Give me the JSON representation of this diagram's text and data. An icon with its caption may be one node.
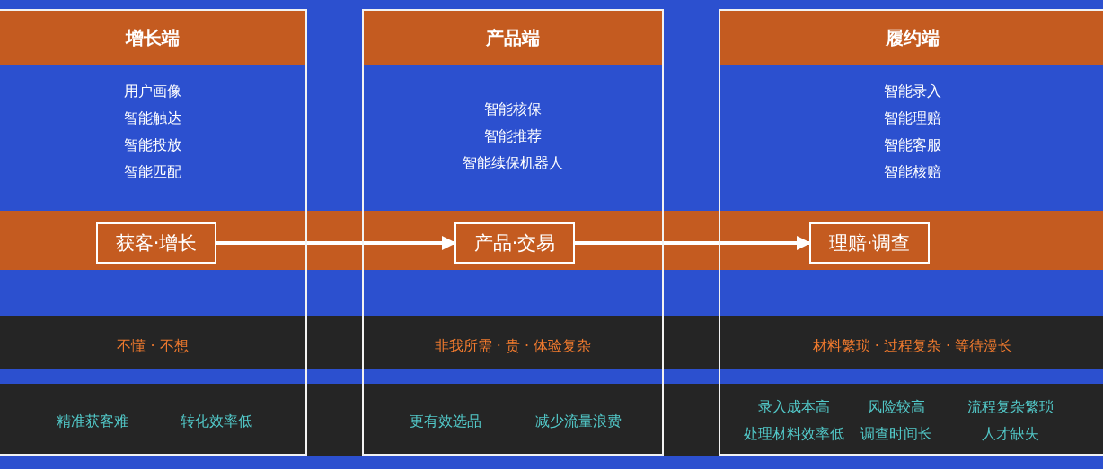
{
  "diagram": {
    "nodes": [
      {
        "text": [
          "增长端",
          "用户画像",
          "智能触达",
          "智能投放",
          "智能匹配"
        ]
      },
      {
        "text": [
          "获客·增长"
        ],
        "in": 0
      },
      {
        "text": [
          "不懂 · 不想"
        ],
        "in": 0
      },
      {
        "text": [
          "精准获客难",
          "转化效率低"
        ],
        "in": 0
      },
      {
        "text": [
          "产品端",
          "智能核保",
          "智能推荐",
          "智能续保机器人"
        ]
      },
      {
        "text": [
          "产品·交易"
        ],
        "in": 4
      },
      {
        "text": [
          "非我所需 · 贵 · 体验复杂"
        ],
        "in": 4
      },
      {
        "text": [
          "更有效选品",
          "减少流量浪费"
        ],
        "in": 4
      },
      {
        "text": [
          "履约端",
          "智能录入",
          "智能理赔",
          "智能客服",
          "智能核赔"
        ]
      },
      {
        "text": [
          "理赔·调查"
        ],
        "in": 8
      },
      {
        "text": [
          "材料繁琐 · 过程复杂 · 等待漫长"
        ],
        "in": 8
      },
      {
        "text": [
          "录入成本高",
          "风险较高",
          "流程复杂繁琐",
          "处理材料效率低",
          "调查时间长",
          "人才缺失"
        ],
        "in": 8
      }
    ],
    "edges": [
      {
        "from": 1,
        "to": 5,
        "arrow": "to"
      },
      {
        "from": 5,
        "to": 9,
        "arrow": "to"
      }
    ]
  }
}
